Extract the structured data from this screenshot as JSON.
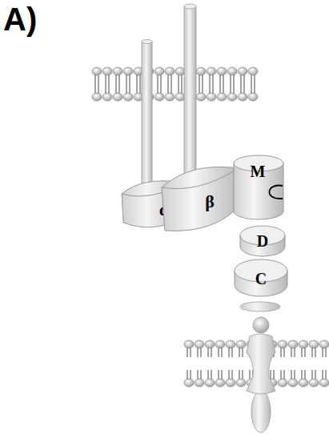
{
  "diagram": {
    "nodes": [
      {
        "text": [
          "α"
        ]
      },
      {
        "text": [
          "β"
        ]
      },
      {
        "text": [
          "M"
        ]
      },
      {
        "text": [
          "D"
        ]
      },
      {
        "text": [
          "C"
        ]
      }
    ],
    "labels": [
      "A)"
    ]
  }
}
